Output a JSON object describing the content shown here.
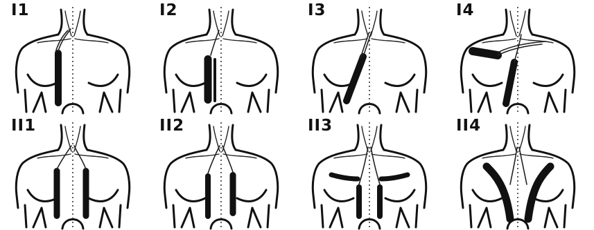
{
  "panels": [
    {
      "label": "I1",
      "variant": "r1"
    },
    {
      "label": "I2",
      "variant": "r2"
    },
    {
      "label": "I3",
      "variant": "r3"
    },
    {
      "label": "I4",
      "variant": "r4"
    },
    {
      "label": "II1",
      "variant": "b1"
    },
    {
      "label": "II2",
      "variant": "b2"
    },
    {
      "label": "II3",
      "variant": "b3"
    },
    {
      "label": "II4",
      "variant": "b4"
    }
  ]
}
